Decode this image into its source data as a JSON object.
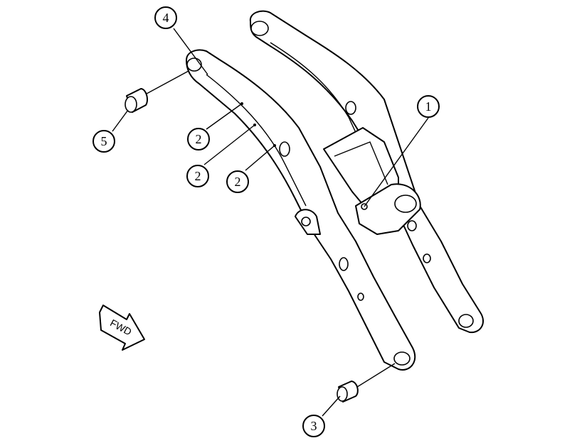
{
  "callouts": [
    {
      "id": "c1",
      "label": "1"
    },
    {
      "id": "c2a",
      "label": "2"
    },
    {
      "id": "c2b",
      "label": "2"
    },
    {
      "id": "c2c",
      "label": "2"
    },
    {
      "id": "c3",
      "label": "3"
    },
    {
      "id": "c4",
      "label": "4"
    },
    {
      "id": "c5",
      "label": "5"
    }
  ],
  "direction_arrow": {
    "label": "FWD"
  }
}
